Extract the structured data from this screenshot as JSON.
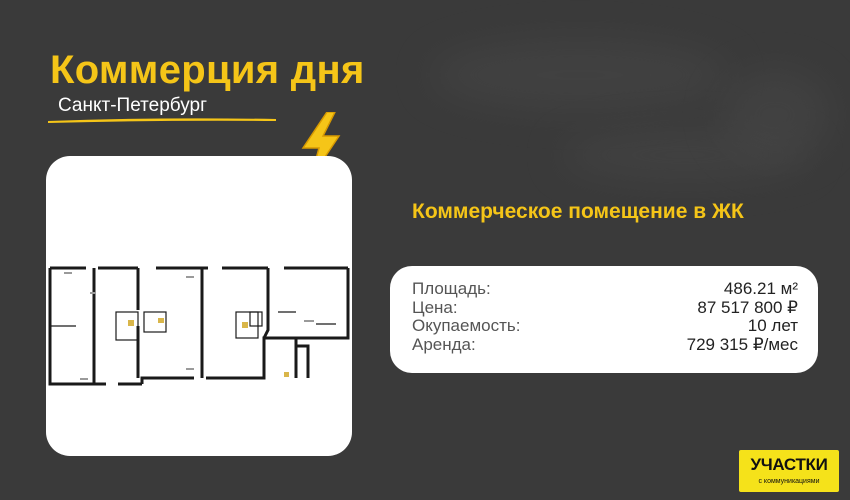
{
  "header": {
    "title": "Коммерция дня",
    "city": "Санкт-Петербург"
  },
  "offer": {
    "headline": "Коммерческое помещение в ЖК",
    "details": [
      {
        "label": "Площадь:",
        "value": "486.21 м²"
      },
      {
        "label": "Цена:",
        "value": "87 517 800 ₽"
      },
      {
        "label": "Окупаемость:",
        "value": "10 лет"
      },
      {
        "label": "Аренда:",
        "value": "729 315 ₽/мес"
      }
    ]
  },
  "logo": {
    "main": "УЧАСТКИ",
    "sub": "с коммуникациями"
  },
  "icons": {
    "bolt": "lightning-bolt-icon"
  },
  "colors": {
    "background": "#3a3a3a",
    "accent": "#f5c518",
    "card": "#ffffff",
    "logo_bg": "#f5e21a"
  }
}
